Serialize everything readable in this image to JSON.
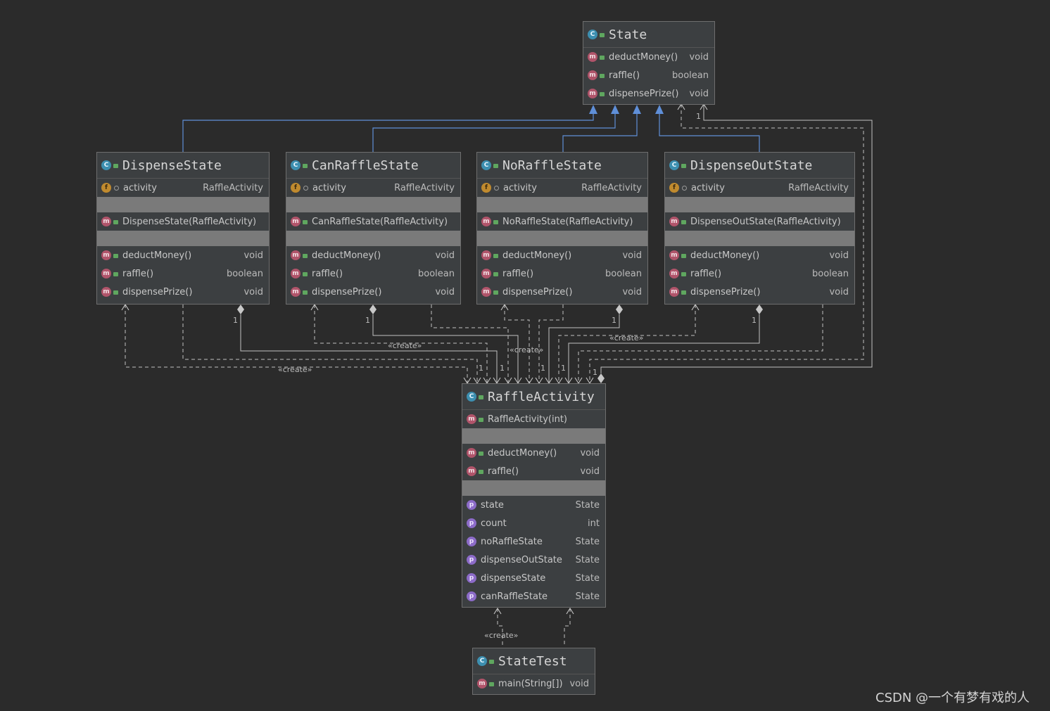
{
  "classes": {
    "state": {
      "name": "State",
      "methods": [
        {
          "name": "deductMoney()",
          "type": "void"
        },
        {
          "name": "raffle()",
          "type": "boolean"
        },
        {
          "name": "dispensePrize()",
          "type": "void"
        }
      ]
    },
    "dispenseState": {
      "name": "DispenseState",
      "field": {
        "name": "activity",
        "type": "RaffleActivity"
      },
      "constructor": "DispenseState(RaffleActivity)",
      "methods": [
        {
          "name": "deductMoney()",
          "type": "void"
        },
        {
          "name": "raffle()",
          "type": "boolean"
        },
        {
          "name": "dispensePrize()",
          "type": "void"
        }
      ]
    },
    "canRaffleState": {
      "name": "CanRaffleState",
      "field": {
        "name": "activity",
        "type": "RaffleActivity"
      },
      "constructor": "CanRaffleState(RaffleActivity)",
      "methods": [
        {
          "name": "deductMoney()",
          "type": "void"
        },
        {
          "name": "raffle()",
          "type": "boolean"
        },
        {
          "name": "dispensePrize()",
          "type": "void"
        }
      ]
    },
    "noRaffleState": {
      "name": "NoRaffleState",
      "field": {
        "name": "activity",
        "type": "RaffleActivity"
      },
      "constructor": "NoRaffleState(RaffleActivity)",
      "methods": [
        {
          "name": "deductMoney()",
          "type": "void"
        },
        {
          "name": "raffle()",
          "type": "boolean"
        },
        {
          "name": "dispensePrize()",
          "type": "void"
        }
      ]
    },
    "dispenseOutState": {
      "name": "DispenseOutState",
      "field": {
        "name": "activity",
        "type": "RaffleActivity"
      },
      "constructor": "DispenseOutState(RaffleActivity)",
      "methods": [
        {
          "name": "deductMoney()",
          "type": "void"
        },
        {
          "name": "raffle()",
          "type": "boolean"
        },
        {
          "name": "dispensePrize()",
          "type": "void"
        }
      ]
    },
    "raffleActivity": {
      "name": "RaffleActivity",
      "constructor": "RaffleActivity(int)",
      "methods": [
        {
          "name": "deductMoney()",
          "type": "void"
        },
        {
          "name": "raffle()",
          "type": "void"
        }
      ],
      "properties": [
        {
          "name": "state",
          "type": "State"
        },
        {
          "name": "count",
          "type": "int"
        },
        {
          "name": "noRaffleState",
          "type": "State"
        },
        {
          "name": "dispenseOutState",
          "type": "State"
        },
        {
          "name": "dispenseState",
          "type": "State"
        },
        {
          "name": "canRaffleState",
          "type": "State"
        }
      ]
    },
    "stateTest": {
      "name": "StateTest",
      "methods": [
        {
          "name": "main(String[])",
          "type": "void"
        }
      ]
    }
  },
  "icons": {
    "class": "C",
    "method": "m",
    "field": "f",
    "property": "p"
  },
  "edge_labels": {
    "create": "«create»",
    "one": "1"
  },
  "colors": {
    "inherit": "#5f8fd8",
    "dep": "#c0c0c0",
    "bg": "#2b2b2b"
  },
  "watermark": "CSDN @一个有梦有戏的人"
}
